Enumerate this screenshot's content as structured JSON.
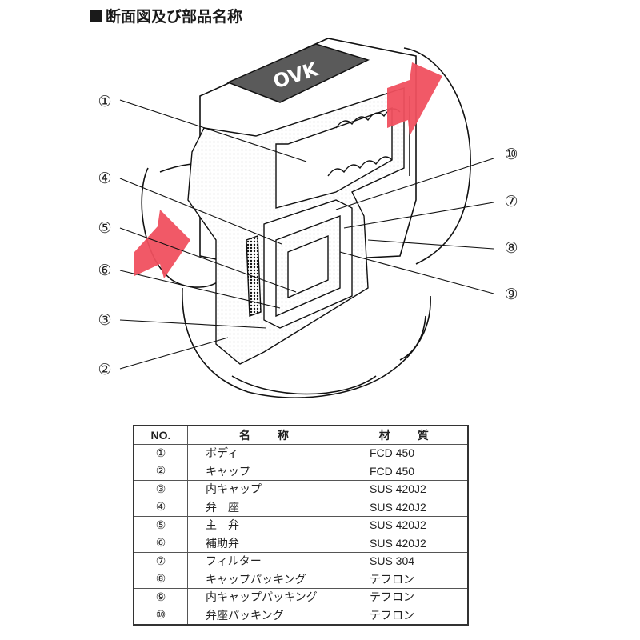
{
  "title": "断面図及び部品名称",
  "diagram": {
    "logo_text": "OVK",
    "flow_arrow_color": "#f0505f",
    "callouts": [
      {
        "no": "①",
        "target": "body"
      },
      {
        "no": "④",
        "target": "valve-seat"
      },
      {
        "no": "⑤",
        "target": "main-valve"
      },
      {
        "no": "⑥",
        "target": "auxiliary-valve"
      },
      {
        "no": "③",
        "target": "inner-cap"
      },
      {
        "no": "②",
        "target": "cap"
      },
      {
        "no": "⑩",
        "target": "valve-seat-packing"
      },
      {
        "no": "⑦",
        "target": "filter"
      },
      {
        "no": "⑧",
        "target": "cap-packing"
      },
      {
        "no": "⑨",
        "target": "inner-cap-packing"
      }
    ]
  },
  "table": {
    "headers": {
      "no": "NO.",
      "name": "名　　称",
      "material": "材　　質"
    },
    "rows": [
      {
        "no": "①",
        "name": "ボディ",
        "material": "FCD 450"
      },
      {
        "no": "②",
        "name": "キャップ",
        "material": "FCD 450"
      },
      {
        "no": "③",
        "name": "内キャップ",
        "material": "SUS 420J2"
      },
      {
        "no": "④",
        "name": "弁　座",
        "material": "SUS 420J2"
      },
      {
        "no": "⑤",
        "name": "主　弁",
        "material": "SUS 420J2"
      },
      {
        "no": "⑥",
        "name": "補助弁",
        "material": "SUS 420J2"
      },
      {
        "no": "⑦",
        "name": "フィルター",
        "material": "SUS 304"
      },
      {
        "no": "⑧",
        "name": "キャップパッキング",
        "material": "テフロン"
      },
      {
        "no": "⑨",
        "name": "内キャップパッキング",
        "material": "テフロン"
      },
      {
        "no": "⑩",
        "name": "弁座パッキング",
        "material": "テフロン"
      }
    ]
  }
}
